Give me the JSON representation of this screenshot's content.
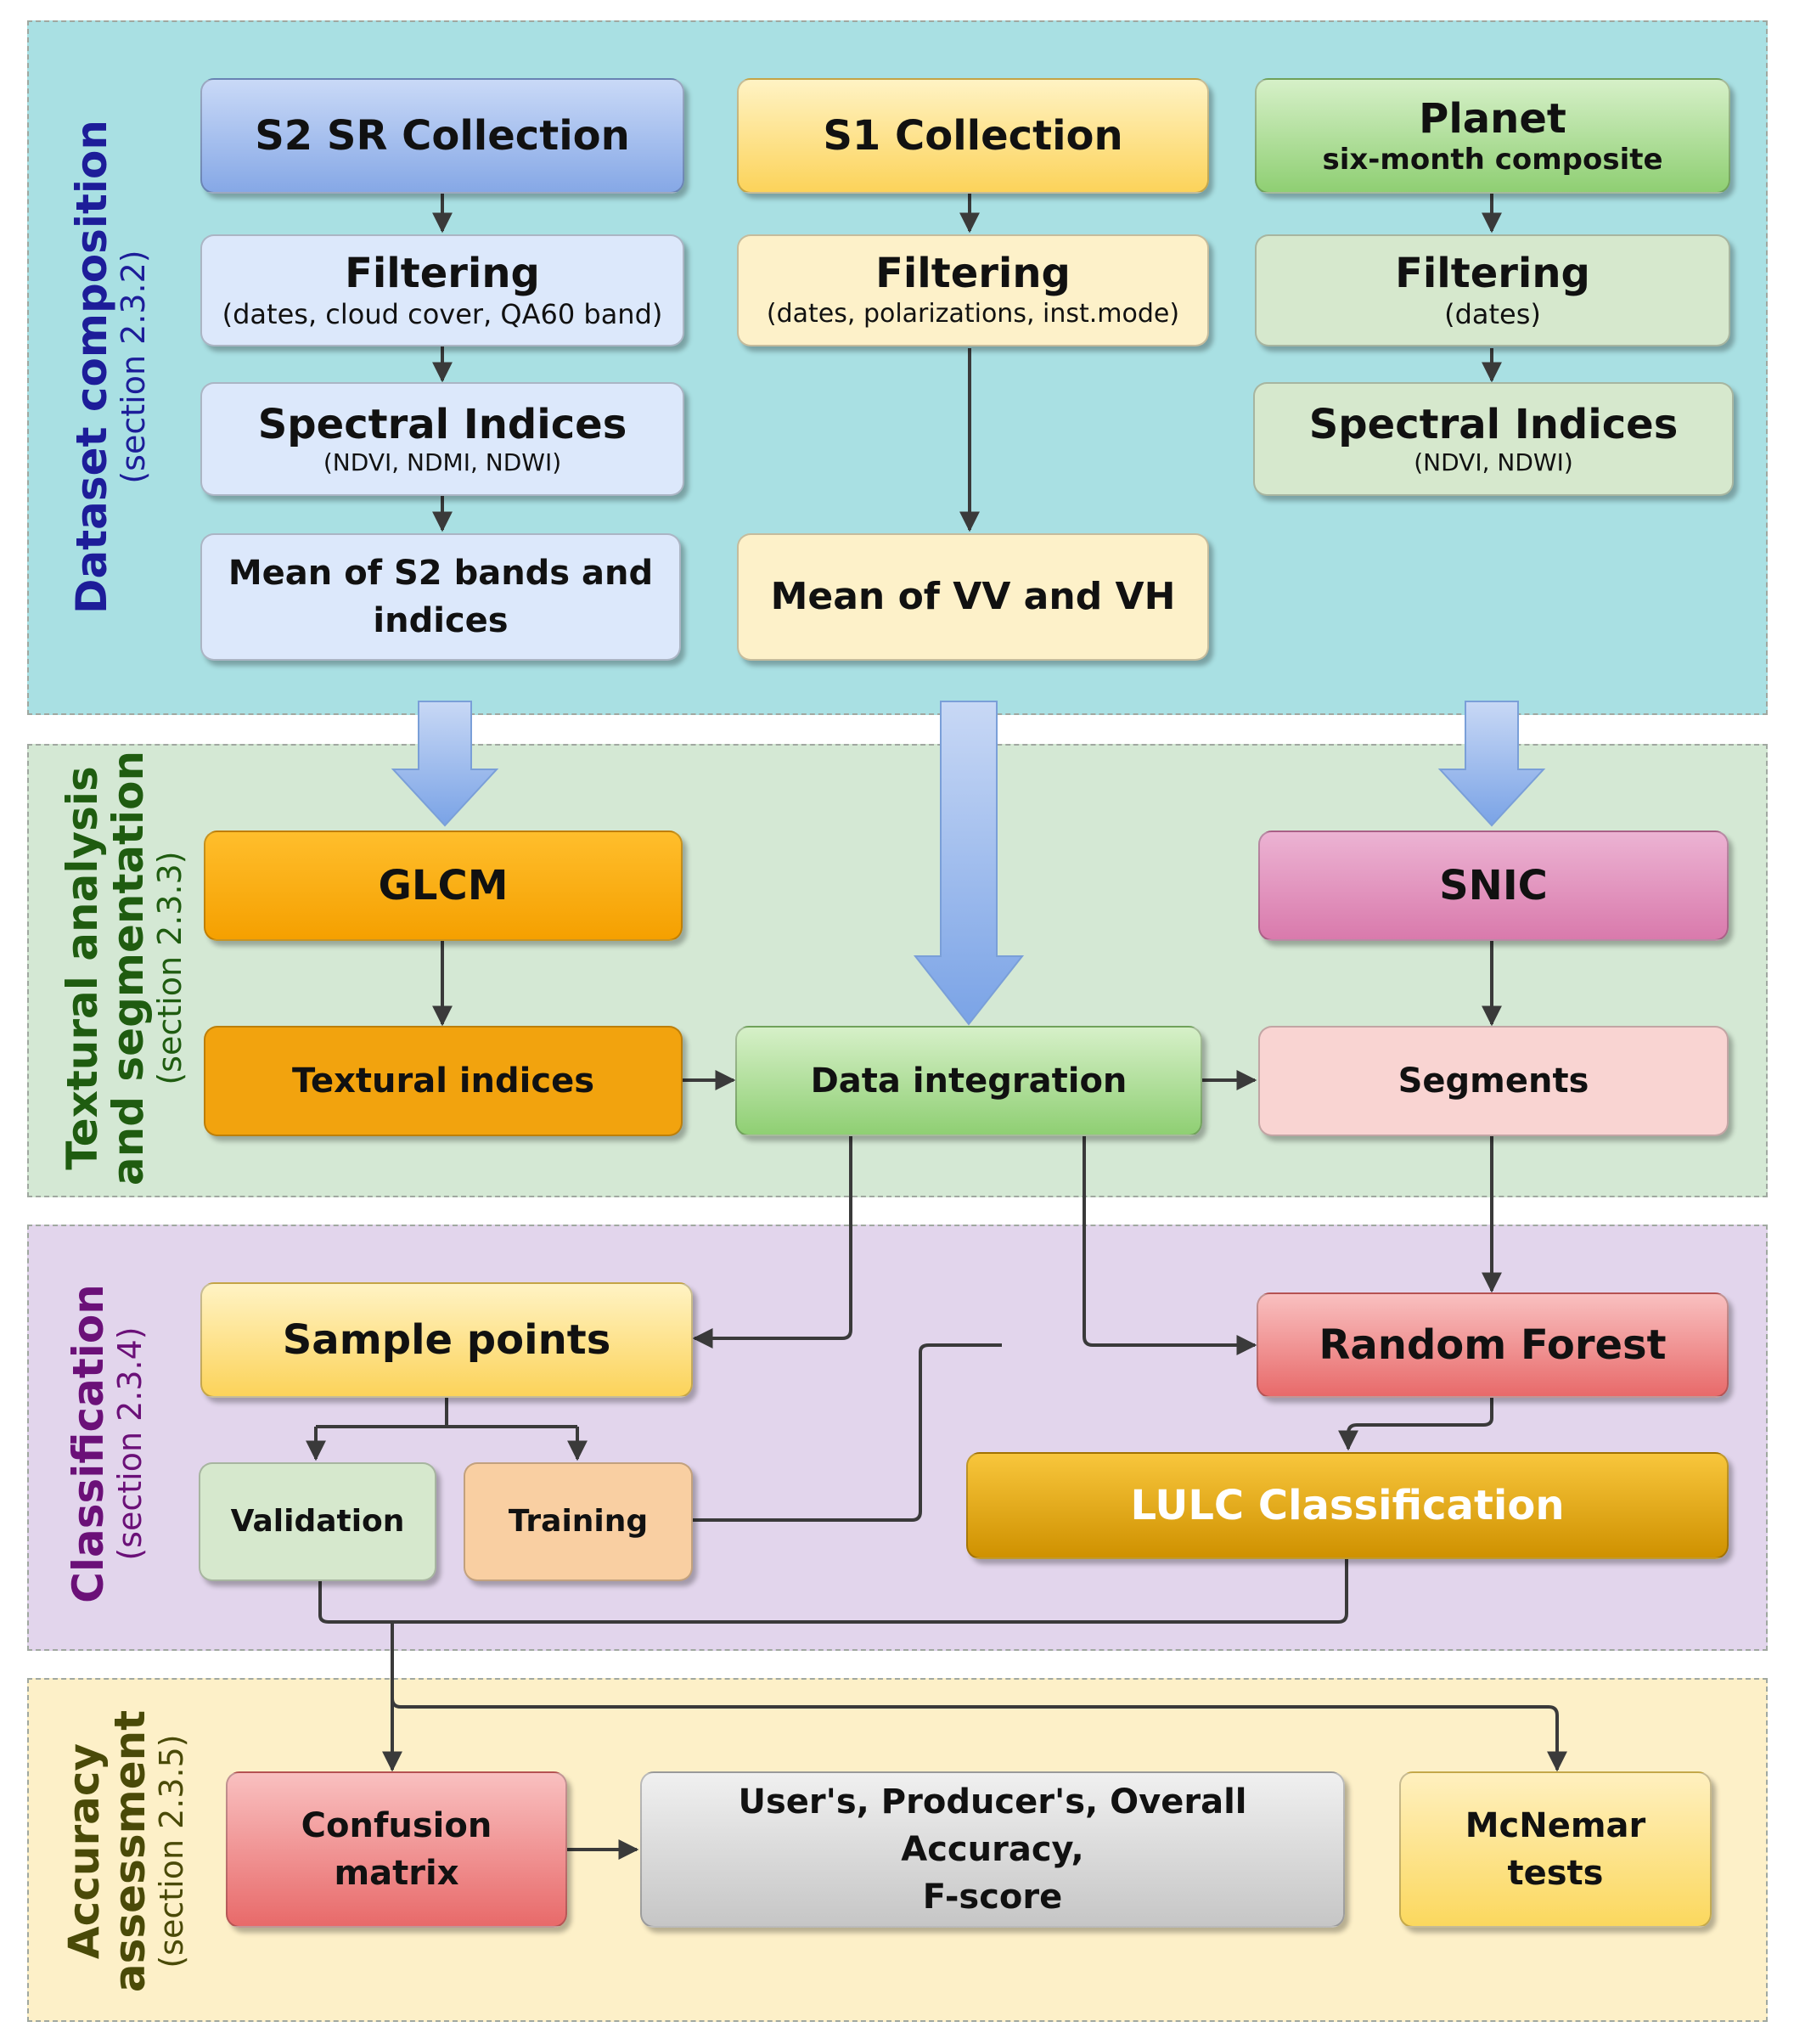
{
  "sections": {
    "dataset": {
      "title": "Dataset composition",
      "ref": "(section 2.3.2)",
      "color": "#1d1d99",
      "bg": "#a9e0e3"
    },
    "textural": {
      "title": "Textural analysis and segmentation",
      "title_line1": "Textural analysis",
      "title_line2": "and segmentation",
      "ref": "(section 2.3.3)",
      "color": "#1f5c10",
      "bg": "#d4e8d4"
    },
    "classification": {
      "title": "Classification",
      "ref": "(section 2.3.4)",
      "color": "#6b1078",
      "bg": "#e2d5ec"
    },
    "accuracy": {
      "title": "Accuracy assessment",
      "title_line1": "Accuracy",
      "title_line2": "assessment",
      "ref": "(section 2.3.5)",
      "color": "#4a4a08",
      "bg": "#fdf0c8"
    }
  },
  "nodes": {
    "s2_collection": {
      "label": "S2 SR Collection"
    },
    "s1_collection": {
      "label": "S1 Collection"
    },
    "planet": {
      "label": "Planet",
      "sub": "six-month composite"
    },
    "s2_filtering": {
      "label": "Filtering",
      "sub": "(dates, cloud cover, QA60 band)"
    },
    "s1_filtering": {
      "label": "Filtering",
      "sub": "(dates, polarizations, inst.mode)"
    },
    "planet_filtering": {
      "label": "Filtering",
      "sub": "(dates)"
    },
    "s2_spectral": {
      "label": "Spectral Indices",
      "sub": "(NDVI, NDMI, NDWI)"
    },
    "planet_spectral": {
      "label": "Spectral Indices",
      "sub": "(NDVI, NDWI)"
    },
    "s2_mean": {
      "line1": "Mean of S2 bands and",
      "line2": "indices"
    },
    "s1_mean": {
      "label": "Mean of VV and VH"
    },
    "glcm": {
      "label": "GLCM"
    },
    "snic": {
      "label": "SNIC"
    },
    "textural_indices": {
      "label": "Textural indices"
    },
    "data_integration": {
      "label": "Data integration"
    },
    "segments": {
      "label": "Segments"
    },
    "sample_points": {
      "label": "Sample points"
    },
    "random_forest": {
      "label": "Random Forest"
    },
    "validation": {
      "label": "Validation"
    },
    "training": {
      "label": "Training"
    },
    "lulc": {
      "label": "LULC Classification"
    },
    "confusion": {
      "line1": "Confusion",
      "line2": "matrix"
    },
    "metrics": {
      "line1": "User's, Producer's, Overall Accuracy,",
      "line2": "F-score"
    },
    "mcnemar": {
      "line1": "McNemar",
      "line2": "tests"
    }
  }
}
